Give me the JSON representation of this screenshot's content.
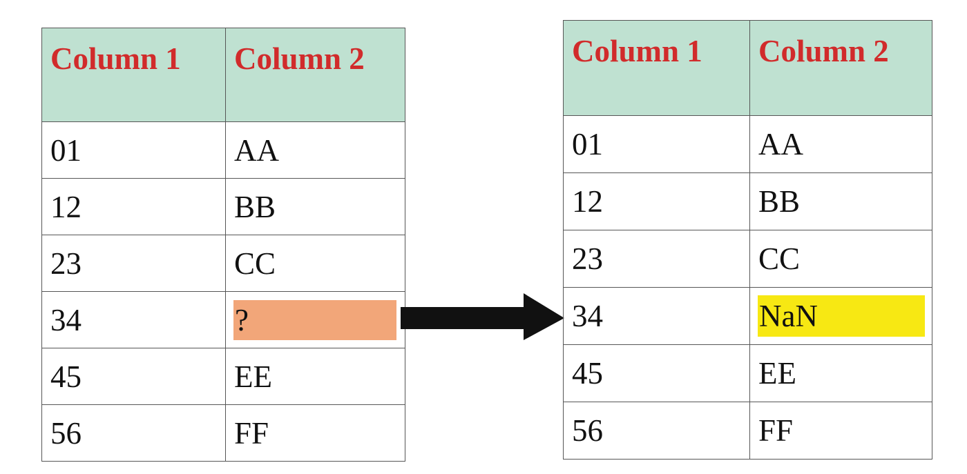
{
  "tables": {
    "left": {
      "headers": [
        "Column 1",
        "Column 2"
      ],
      "rows": [
        [
          "01",
          "AA"
        ],
        [
          "12",
          "BB"
        ],
        [
          "23",
          "CC"
        ],
        [
          "34",
          "?"
        ],
        [
          "45",
          "EE"
        ],
        [
          "56",
          "FF"
        ]
      ],
      "highlight_color": "#f2a679"
    },
    "right": {
      "headers": [
        "Column 1",
        "Column 2"
      ],
      "rows": [
        [
          "01",
          "AA"
        ],
        [
          "12",
          "BB"
        ],
        [
          "23",
          "CC"
        ],
        [
          "34",
          "NaN"
        ],
        [
          "45",
          "EE"
        ],
        [
          "56",
          "FF"
        ]
      ],
      "highlight_color": "#f7e813"
    }
  },
  "header_bg": "#bfe1d1",
  "header_text_color": "#d12b2b",
  "arrow": {
    "icon": "right-arrow-icon",
    "color": "#111111"
  }
}
